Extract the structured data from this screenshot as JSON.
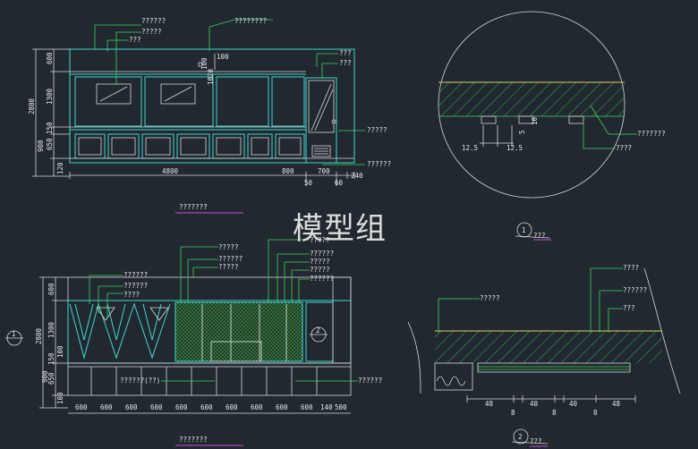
{
  "watermark": "模型组",
  "top_elevation": {
    "title": "???????",
    "left_dims": [
      "600",
      "1300",
      "2800",
      "900",
      "150",
      "650",
      "120"
    ],
    "right_dims_top": [
      "100",
      "1020",
      "100"
    ],
    "bottom_dims": [
      "4800",
      "800",
      "700",
      "240",
      "50",
      "60"
    ],
    "labels_top": [
      "??????",
      "?????",
      "???",
      "????????"
    ],
    "labels_right": [
      "???",
      "???",
      "?????",
      "??????"
    ]
  },
  "detail_1": {
    "ref": "1",
    "title": "???",
    "dims": [
      "12.5",
      "12.5",
      "10",
      "5"
    ],
    "labels": [
      "???????",
      "????"
    ]
  },
  "bottom_elevation": {
    "title": "???????",
    "left_dims": [
      "600",
      "1300",
      "2800",
      "900",
      "150",
      "650",
      "100",
      "100"
    ],
    "bottom_dims": [
      "600",
      "600",
      "600",
      "600",
      "600",
      "600",
      "600",
      "600",
      "600",
      "600",
      "140",
      "500"
    ],
    "labels_top": [
      "??????",
      "??????",
      "????",
      "?????",
      "??????",
      "?????",
      "?????",
      "??????",
      "?????",
      "?????",
      "??????"
    ],
    "label_mid": "??????(??)",
    "label_right": "??????",
    "section_marker_left": "1",
    "section_marker_right": "2"
  },
  "detail_2": {
    "ref": "2",
    "title": "???",
    "dims": [
      "48",
      "40",
      "40",
      "48",
      "8",
      "8",
      "8"
    ],
    "labels": [
      "?????",
      "????",
      "??????",
      "???"
    ]
  }
}
